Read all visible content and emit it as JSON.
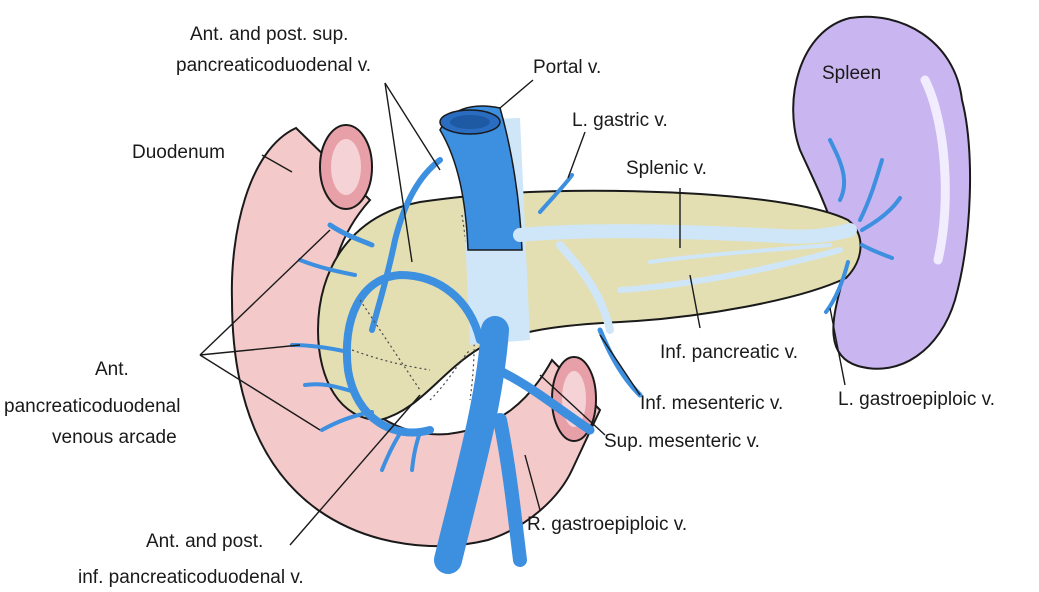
{
  "labels": {
    "ant_post_sup_line1": "Ant. and post. sup.",
    "ant_post_sup_line2": "pancreaticoduodenal v.",
    "portal_v": "Portal v.",
    "spleen": "Spleen",
    "l_gastric_v": "L. gastric v.",
    "duodenum": "Duodenum",
    "splenic_v": "Splenic v.",
    "ant_line1": "Ant.",
    "ant_line2": "pancreaticoduodenal",
    "ant_line3": "venous arcade",
    "inf_pancreatic_v": "Inf. pancreatic v.",
    "inf_mesenteric_v": "Inf. mesenteric v.",
    "l_gastroepiploic_v": "L. gastroepiploic v.",
    "sup_mesenteric_v": "Sup. mesenteric v.",
    "r_gastroepiploic_v": "R. gastroepiploic v.",
    "ant_post_inf_line1": "Ant. and post.",
    "ant_post_inf_line2": "inf. pancreaticoduodenal v."
  },
  "colors": {
    "duodenum": "#f4c9c9",
    "duodenum_lumen": "#e8a0a8",
    "pancreas": "#e3dfb2",
    "spleen": "#c9b5ef",
    "vein": "#3d8fe0",
    "vein_light": "#cfe6f8",
    "background": "#ffffff"
  }
}
